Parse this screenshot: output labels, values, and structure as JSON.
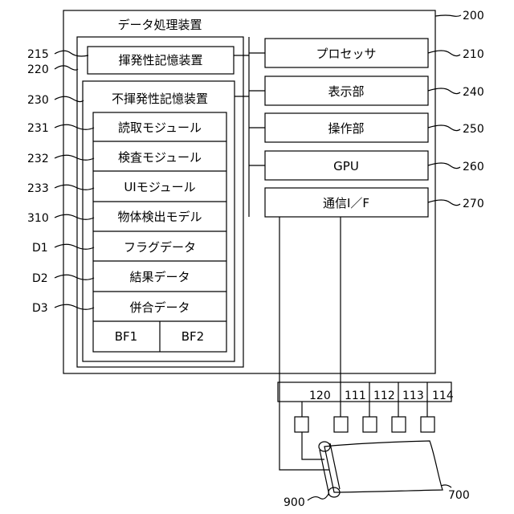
{
  "title": "データ処理装置",
  "refs": {
    "device": "200",
    "volatile": "215",
    "memory_group": "220",
    "nonvolatile": "230",
    "reader": "231",
    "inspect": "232",
    "ui": "233",
    "model": "310",
    "flag": "D1",
    "result": "D2",
    "merge": "D3",
    "processor": "210",
    "display": "240",
    "operation": "250",
    "gpu": "260",
    "comm": "270",
    "cam_main": "120",
    "cam_1": "111",
    "cam_2": "112",
    "cam_3": "113",
    "cam_4": "114",
    "conveyor": "700",
    "roller": "900"
  },
  "labels": {
    "volatile": "揮発性記憶装置",
    "nonvolatile": "不揮発性記憶装置",
    "reader": "読取モジュール",
    "inspect": "検査モジュール",
    "ui": "UIモジュール",
    "model": "物体検出モデル",
    "flag": "フラグデータ",
    "result": "結果データ",
    "merge": "併合データ",
    "bf1": "BF1",
    "bf2": "BF2",
    "processor": "プロセッサ",
    "display": "表示部",
    "operation": "操作部",
    "gpu": "GPU",
    "comm": "通信I／F"
  }
}
